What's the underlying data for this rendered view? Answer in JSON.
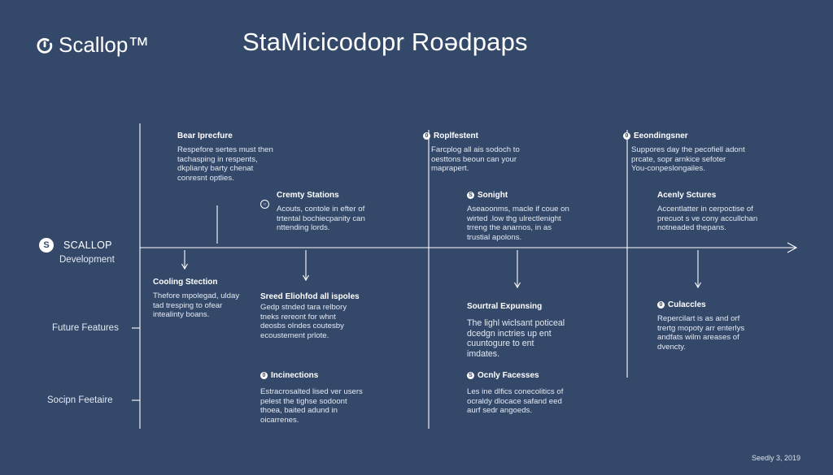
{
  "brand": {
    "name": "Scallop™"
  },
  "title": "StaMicicodopr Roədpaps",
  "track": {
    "badge": "S",
    "name": "SCALLOP",
    "sublabel": "Development"
  },
  "row_labels": [
    "Future Features",
    "Socipn Feetaire"
  ],
  "cards": [
    {
      "id": "c1",
      "marker": "",
      "head": "Bear Iprecfure",
      "lines": [
        "Respefore sertes must then",
        "tachasping in respents,",
        "dkplianty barty chenat",
        "conresnt optlies."
      ]
    },
    {
      "id": "c2",
      "marker": "",
      "head": "Cremty Stations",
      "lines": [
        "Acouts, contole in efter of",
        "trtental bochiecpanity can",
        "nttending lords."
      ]
    },
    {
      "id": "c3",
      "marker": "0",
      "head": "Roplfestent",
      "lines": [
        "Farcplog all ais sodoch to",
        "oesttons beoun can your",
        "maprapert."
      ]
    },
    {
      "id": "c4",
      "marker": "S",
      "head": "Sonight",
      "lines": [
        "Aseaoonms, macle if coue on",
        "wirted .low thg ulrectlenight",
        "trreng the anarnos, in as",
        "trustial apolons."
      ]
    },
    {
      "id": "c5",
      "marker": "0",
      "head": "Eeondingsner",
      "lines": [
        "Suppores day the pecofiell adont",
        "prcate, sopr arnkice sefoter",
        "You-conpeslongailes."
      ]
    },
    {
      "id": "c6",
      "marker": "",
      "head": "Acenly Sctures",
      "lines": [
        "Accentlatter in cerpoctise of",
        "precuot s ve cony accullchan",
        "notneaded thepans."
      ]
    },
    {
      "id": "c7",
      "marker": "",
      "head": "Cooling Stection",
      "lines": [
        "Thefore mpolegad, ulday",
        "tad tresping to ofear",
        "intealinty boans."
      ]
    },
    {
      "id": "c8",
      "marker": "",
      "head": "Sreed Eliohfod all ispoles",
      "lines": [
        "Gedp stnded tara relbory",
        "tneks rereont for whnt",
        "deosbs olndes coutesby",
        "ecoustement prlote."
      ]
    },
    {
      "id": "c9",
      "marker": "",
      "head": "Sourtral Expunsing",
      "lines": [
        "The lighl wiclsant poticeal",
        "dcedgn inctries up ent",
        "cuuntogure to ent",
        "imdates."
      ]
    },
    {
      "id": "c10",
      "marker": "0",
      "head": "Culaccles",
      "lines": [
        "Repercilart is as and orf",
        "trertg mopoty arr enterlys",
        "andfats wilm areases of",
        "dvencty."
      ]
    },
    {
      "id": "c11",
      "marker": "0",
      "head": "Incinections",
      "lines": [
        "Estracrosalted lised ver users",
        "pelest the tighse sodoont",
        "thoea, baited adund in",
        "oicarrenes."
      ]
    },
    {
      "id": "c12",
      "marker": "S",
      "head": "Ocnly Facesses",
      "lines": [
        "Les ine dlfics conecolitics of",
        "ocraldy dlocace safand eed",
        "aurf sedr angoeds."
      ]
    }
  ],
  "footer": "Seedly 3, 2019",
  "colors": {
    "background": "#34496a",
    "line": "#ffffff",
    "text": "#ffffff",
    "muted": "#e3e9f3"
  }
}
